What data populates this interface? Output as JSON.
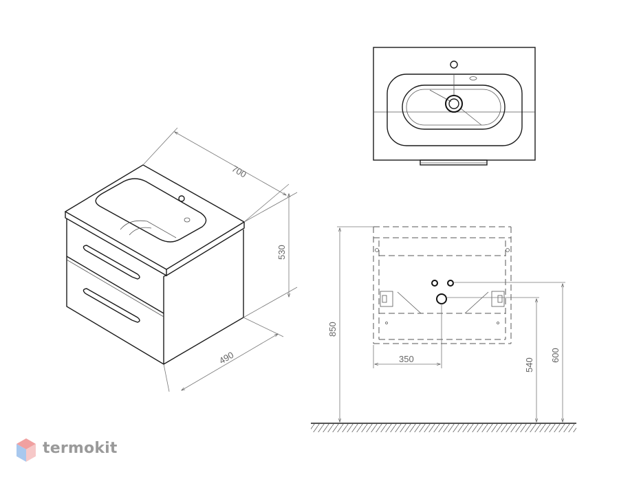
{
  "dimensions": {
    "width": "700",
    "height": "530",
    "depth": "490",
    "total_height": "850",
    "drain_offset": "350",
    "drain_height": "540",
    "supply_height": "600"
  },
  "brand": {
    "name": "termokit",
    "icon": "cube-logo-icon",
    "colors": {
      "top": "#f0a0a0",
      "left": "#a8c8ee",
      "right": "#f6c8c8"
    }
  }
}
